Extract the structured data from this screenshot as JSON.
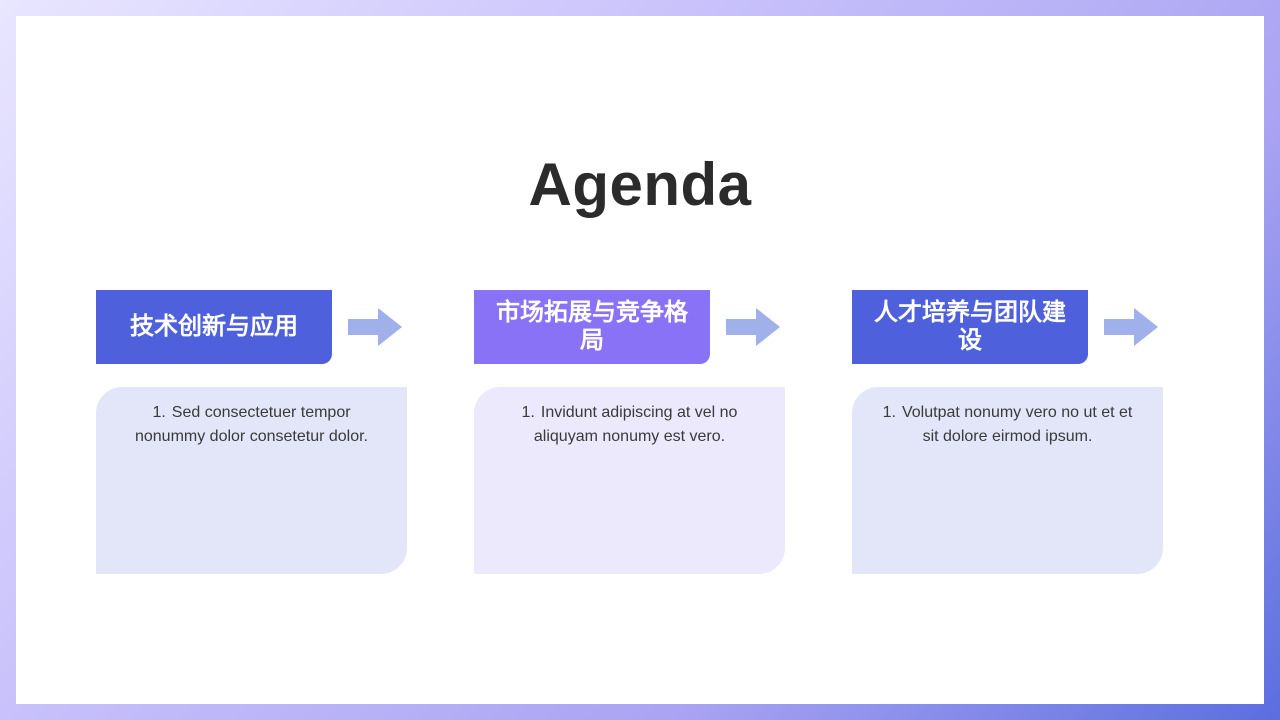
{
  "slide": {
    "title": "Agenda"
  },
  "agenda": [
    {
      "heading": "技术创新与应用",
      "number": "1.",
      "text": "Sed consectetuer tempor nonummy dolor consetetur dolor.",
      "heading_color": "#4e60dc",
      "card_color": "#e2e6f8"
    },
    {
      "heading": "市场拓展与竞争格局",
      "number": "1.",
      "text": "Invidunt adipiscing at vel no aliquyam nonumy est vero.",
      "heading_color": "#8a72f7",
      "card_color": "#ebe9fb"
    },
    {
      "heading": "人才培养与团队建设",
      "number": "1.",
      "text": "Volutpat nonumy vero no ut et et sit dolore eirmod ipsum.",
      "heading_color": "#4e60dc",
      "card_color": "#e2e6f8"
    }
  ],
  "colors": {
    "arrow": "#9fb0ea",
    "title_text": "#2b2b2b"
  },
  "icons": {
    "arrow": "arrow-right-icon"
  }
}
